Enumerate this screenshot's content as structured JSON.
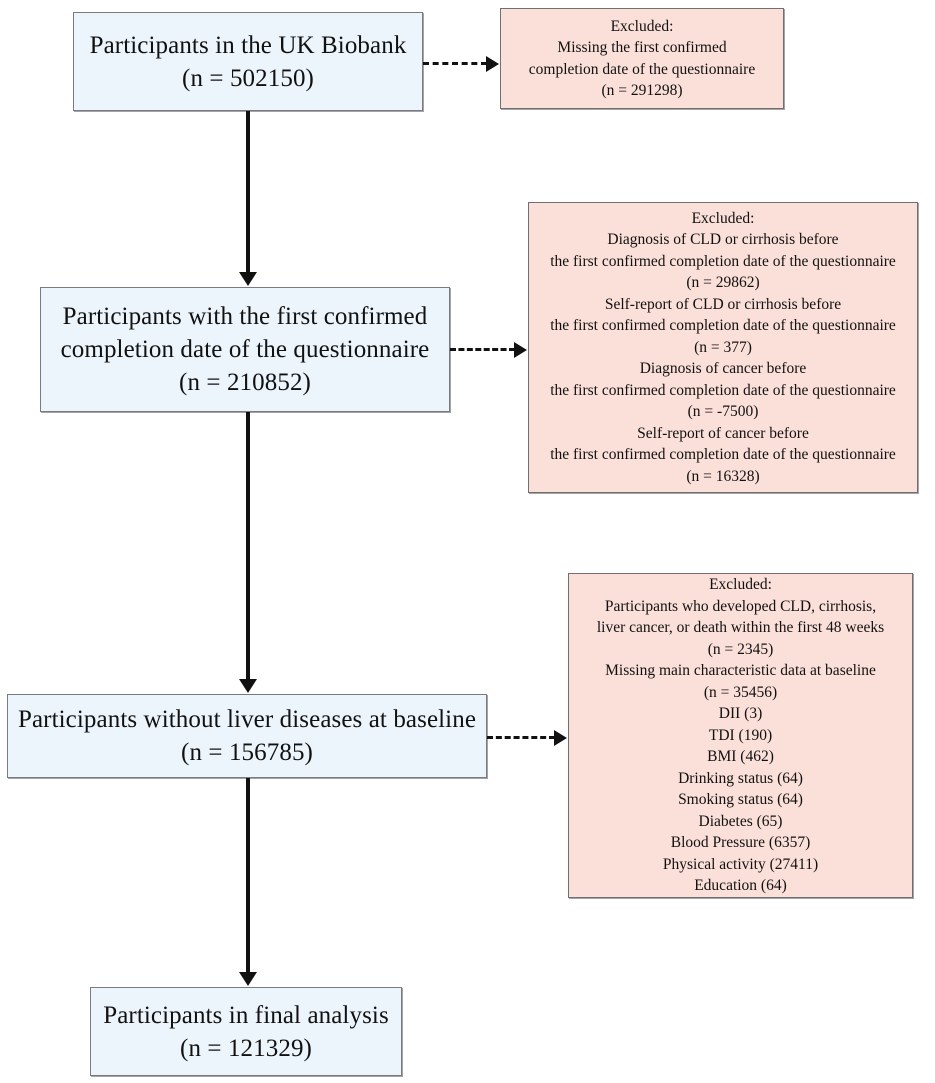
{
  "figure": {
    "type": "flowchart",
    "title": "Participant selection flow diagram (UK Biobank)",
    "colors": {
      "primary_fill": "#edf5fc",
      "excluded_fill": "#fbdfd9",
      "border": "#6b6b72",
      "connector": "#111111"
    }
  },
  "nodes": {
    "total": {
      "id": "participants-uk-biobank",
      "lines": [
        "Participants in the UK Biobank",
        "(n = 502150)"
      ],
      "n": 502150
    },
    "excluded_1": {
      "id": "excluded-missing-completion-date",
      "lines": [
        "Excluded:",
        "Missing the first confirmed",
        "completion date of the questionnaire",
        "(n = 291298)"
      ],
      "n": 291298
    },
    "first_date": {
      "id": "participants-with-first-confirmed-date",
      "lines": [
        "Participants with the first confirmed",
        "completion date of the questionnaire",
        "(n = 210852)"
      ],
      "n": 210852
    },
    "excluded_2": {
      "id": "excluded-prior-disease",
      "lines": [
        "Excluded:",
        "Diagnosis of CLD or cirrhosis before",
        "the first confirmed completion date of the questionnaire",
        "(n = 29862)",
        "Self-report of CLD or cirrhosis before",
        "the first confirmed completion date of the questionnaire",
        "(n = 377)",
        "Diagnosis of cancer before",
        "the first confirmed completion date of the questionnaire",
        "(n = -7500)",
        "Self-report of cancer before",
        "the first confirmed completion date of the questionnaire",
        "(n = 16328)"
      ],
      "counts": {
        "diagnosis_cld_cirrhosis": 29862,
        "self_report_cld_cirrhosis": 377,
        "diagnosis_cancer": -7500,
        "self_report_cancer": 16328
      }
    },
    "no_liver": {
      "id": "participants-without-liver-diseases-at-baseline",
      "lines": [
        "Participants without liver diseases at baseline",
        "(n = 156785)"
      ],
      "n": 156785
    },
    "excluded_3": {
      "id": "excluded-early-events-and-missing-data",
      "lines": [
        "Excluded:",
        "Participants who developed CLD, cirrhosis,",
        "liver cancer, or death within the first 48 weeks",
        "(n = 2345)",
        "Missing main characteristic data at baseline",
        "(n = 35456)",
        "DII (3)",
        "TDI (190)",
        "BMI (462)",
        "Drinking status (64)",
        "Smoking status (64)",
        "Diabetes (65)",
        "Blood Pressure (6357)",
        "Physical activity (27411)",
        "Education (64)"
      ],
      "counts": {
        "early_events_48_weeks": 2345,
        "missing_main_characteristics": 35456,
        "DII": 3,
        "TDI": 190,
        "BMI": 462,
        "drinking_status": 64,
        "smoking_status": 64,
        "diabetes": 65,
        "blood_pressure": 6357,
        "physical_activity": 27411,
        "education": 64
      }
    },
    "final": {
      "id": "participants-in-final-analysis",
      "lines": [
        "Participants in final analysis",
        "(n = 121329)"
      ],
      "n": 121329
    }
  }
}
